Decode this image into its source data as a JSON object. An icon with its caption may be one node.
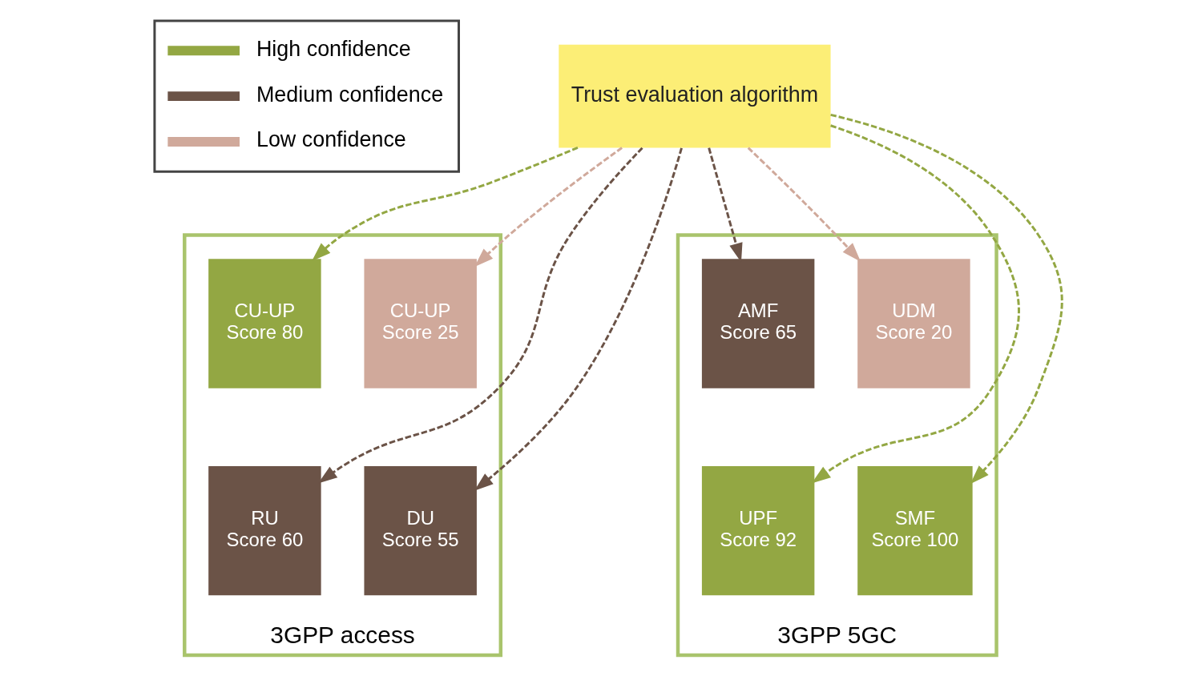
{
  "diagram": {
    "nodes": [
      {
        "text": [
          "Trust evaluation algorithm"
        ]
      },
      {
        "text": [
          "3GPP access"
        ]
      },
      {
        "text": [
          "CU-UP",
          "Score 80"
        ],
        "in": 1
      },
      {
        "text": [
          "CU-UP",
          "Score 25"
        ],
        "in": 1
      },
      {
        "text": [
          "RU",
          "Score 60"
        ],
        "in": 1
      },
      {
        "text": [
          "DU",
          "Score 55"
        ],
        "in": 1
      },
      {
        "text": [
          "3GPP 5GC"
        ]
      },
      {
        "text": [
          "AMF",
          "Score 65"
        ],
        "in": 6
      },
      {
        "text": [
          "UDM",
          "Score 20"
        ],
        "in": 6
      },
      {
        "text": [
          "UPF",
          "Score 92"
        ],
        "in": 6
      },
      {
        "text": [
          "SMF",
          "Score 100"
        ],
        "in": 6
      }
    ],
    "edges": [
      {
        "from": 0,
        "to": 2,
        "arrow": "to",
        "style": "dashed",
        "color": "#93a743"
      },
      {
        "from": 0,
        "to": 4,
        "arrow": "to",
        "style": "dashed",
        "color": "#6b5347"
      },
      {
        "from": 0,
        "to": 3,
        "arrow": "to",
        "style": "dashed",
        "color": "#d0a99b"
      },
      {
        "from": 0,
        "to": 5,
        "arrow": "to",
        "style": "dashed",
        "color": "#6b5347"
      },
      {
        "from": 0,
        "to": 9,
        "arrow": "to",
        "style": "dashed",
        "color": "#93a743"
      },
      {
        "from": 0,
        "to": 7,
        "arrow": "to",
        "style": "dashed",
        "color": "#6b5347"
      },
      {
        "from": 0,
        "to": 10,
        "arrow": "to",
        "style": "dashed",
        "color": "#93a743"
      },
      {
        "from": 0,
        "to": 8,
        "arrow": "to",
        "style": "dashed",
        "color": "#d0a99b"
      }
    ],
    "legend": [
      {
        "text": "High confidence",
        "color": "#93a743"
      },
      {
        "text": "Medium confidence",
        "color": "#6b5347"
      },
      {
        "text": "Low confidence",
        "color": "#d0a99b"
      }
    ]
  }
}
